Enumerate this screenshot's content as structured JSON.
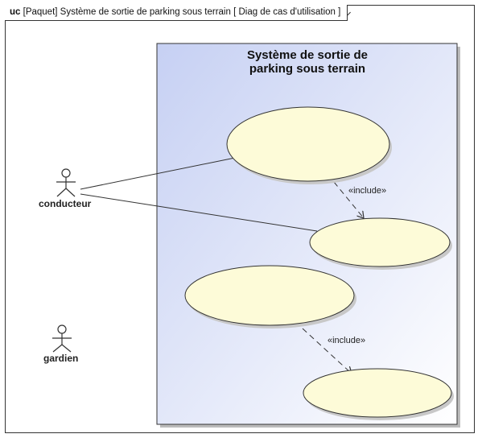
{
  "frame": {
    "keyword": "uc",
    "label": "[Paquet] Système de sortie de parking sous terrain [ Diag de cas d'utilisation ]"
  },
  "subject": {
    "title_line1": "Système de sortie de",
    "title_line2": "parking sous terrain"
  },
  "actors": [
    {
      "name": "conducteur"
    },
    {
      "name": "gardien"
    }
  ],
  "relations": {
    "include_1": "«include»",
    "include_2": "«include»"
  },
  "colors": {
    "subject_fill_top": "#c9d3f4",
    "subject_fill_bottom": "#ffffff",
    "usecase_fill": "#fdfbd8",
    "stroke": "#333333"
  }
}
